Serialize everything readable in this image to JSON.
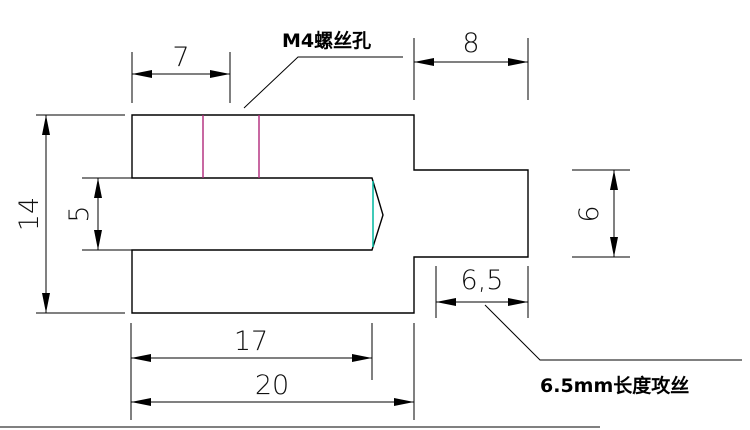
{
  "dimensions": {
    "top_left_width": "7",
    "top_right_length": "8",
    "overall_height": "14",
    "slot_height": "5",
    "tab_height": "6",
    "tap_length": "6,5",
    "slot_depth": "17",
    "overall_length": "20"
  },
  "callouts": {
    "hole_note": "M4螺丝孔",
    "tap_note": "6.5mm长度攻丝"
  },
  "colors": {
    "outline": "#000000",
    "hole_lines": "#b0287a",
    "drill_tip": "#00b8a0"
  }
}
